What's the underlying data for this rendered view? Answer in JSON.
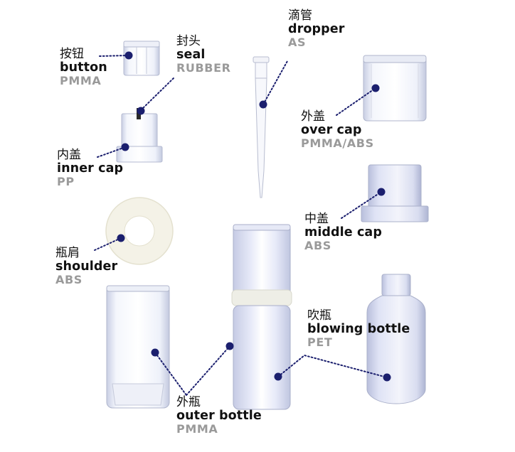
{
  "colors": {
    "dot": "#1b1f6e",
    "leader": "#1b1f6e",
    "material_text": "#9a9a9a",
    "part_outline": "#aab0c8",
    "part_fill": "#e9ecf8"
  },
  "parts": [
    {
      "id": "button",
      "zh": "按钮",
      "en": "button",
      "material": "PMMA"
    },
    {
      "id": "seal",
      "zh": "封头",
      "en": "seal",
      "material": "RUBBER"
    },
    {
      "id": "dropper",
      "zh": "滴管",
      "en": "dropper",
      "material": "AS"
    },
    {
      "id": "over-cap",
      "zh": "外盖",
      "en": "over cap",
      "material": "PMMA/ABS"
    },
    {
      "id": "inner-cap",
      "zh": "内盖",
      "en": "inner cap",
      "material": "PP"
    },
    {
      "id": "middle-cap",
      "zh": "中盖",
      "en": "middle cap",
      "material": "ABS"
    },
    {
      "id": "shoulder",
      "zh": "瓶肩",
      "en": "shoulder",
      "material": "ABS"
    },
    {
      "id": "blowing-bottle",
      "zh": "吹瓶",
      "en": "blowing bottle",
      "material": "PET"
    },
    {
      "id": "outer-bottle",
      "zh": "外瓶",
      "en": "outer bottle",
      "material": "PMMA"
    }
  ]
}
